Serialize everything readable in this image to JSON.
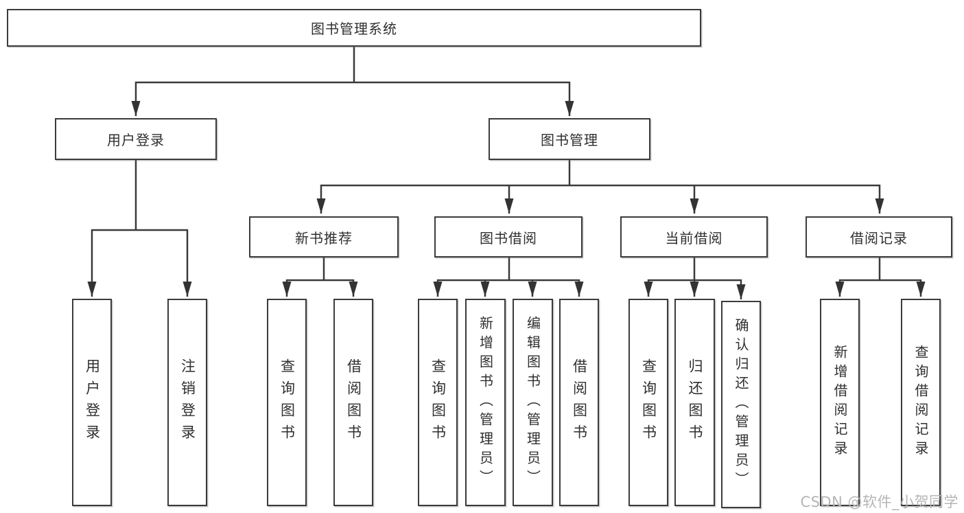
{
  "colors": {
    "background": "#ffffff",
    "line": "#3a3a3a",
    "box_border": "#3b3b3b",
    "text": "#2f2f2f",
    "watermark": "#b5b5b5"
  },
  "watermark": {
    "text": "CSDN @软件_小贺同学"
  },
  "tree": {
    "root_label": "图书管理系统",
    "branches": [
      {
        "label": "用户登录",
        "children": [
          {
            "label": "用户登录"
          },
          {
            "label": "注销登录"
          }
        ]
      },
      {
        "label": "图书管理",
        "sections": [
          {
            "label": "新书推荐",
            "children": [
              {
                "label": "查询图书"
              },
              {
                "label": "借阅图书"
              }
            ]
          },
          {
            "label": "图书借阅",
            "children": [
              {
                "label": "查询图书"
              },
              {
                "label": "新增图书（管理员）"
              },
              {
                "label": "编辑图书（管理员）"
              },
              {
                "label": "借阅图书"
              }
            ]
          },
          {
            "label": "当前借阅",
            "children": [
              {
                "label": "查询图书"
              },
              {
                "label": "归还图书"
              },
              {
                "label": "确认归还（管理员）"
              }
            ]
          },
          {
            "label": "借阅记录",
            "children": [
              {
                "label": "新增借阅记录"
              },
              {
                "label": "查询借阅记录"
              }
            ]
          }
        ]
      }
    ]
  }
}
